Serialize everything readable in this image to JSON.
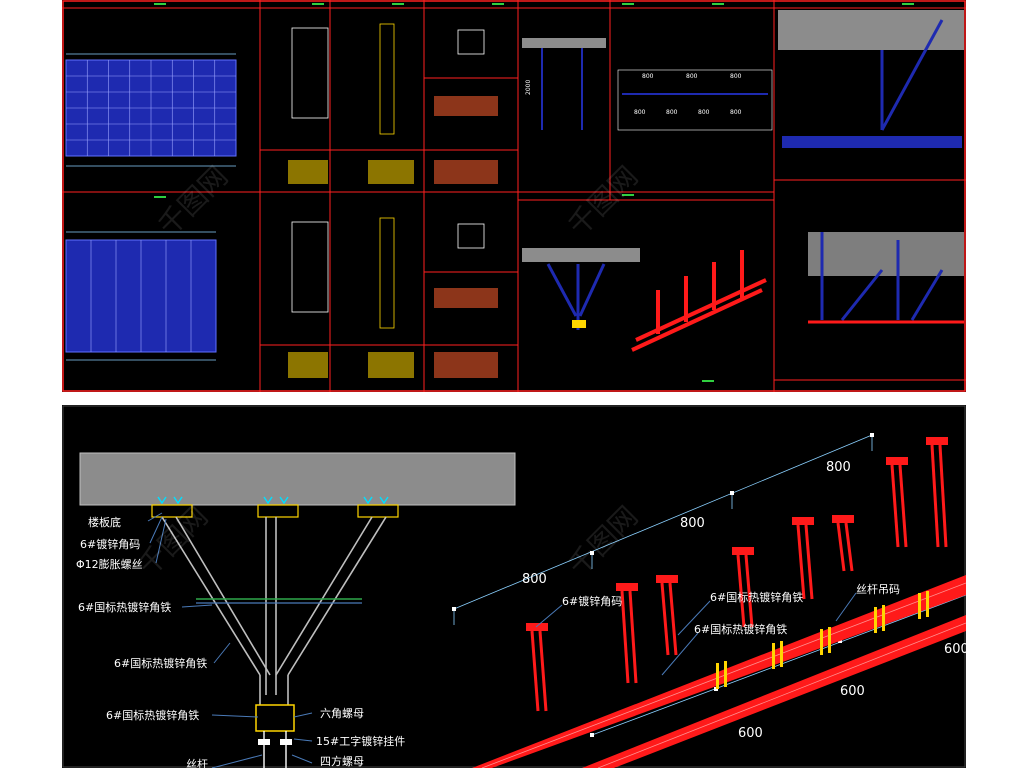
{
  "watermark": "千图网",
  "detail": {
    "callouts": [
      "楼板底",
      "6#镀锌角码",
      "Φ12膨胀螺丝",
      "6#国标热镀锌角铁",
      "6#国标热镀锌角铁",
      "6#国标热镀锌角铁",
      "丝杆",
      "六角螺母",
      "15#工字镀锌挂件",
      "四方螺母"
    ]
  },
  "iso": {
    "callouts": [
      "6#镀锌角码",
      "6#国标热镀锌角铁",
      "6#国标热镀锌角铁",
      "丝杆吊码"
    ],
    "dims": [
      "800",
      "800",
      "800",
      "600",
      "600",
      "600"
    ]
  },
  "thumb_dims": {
    "widths": [
      "800",
      "800",
      "800"
    ],
    "lower": [
      "800",
      "800",
      "800",
      "800"
    ],
    "height": "2000"
  },
  "colors": {
    "background": "#000000",
    "frame": "#ff2020",
    "steel": "#ff1a1a",
    "panel_blue": "#1e2ab0",
    "slab": "#8c8c8c",
    "callout_line": "#4a7ab8",
    "dim_line": "#8ad0ff",
    "bolt": "#ffd600"
  }
}
